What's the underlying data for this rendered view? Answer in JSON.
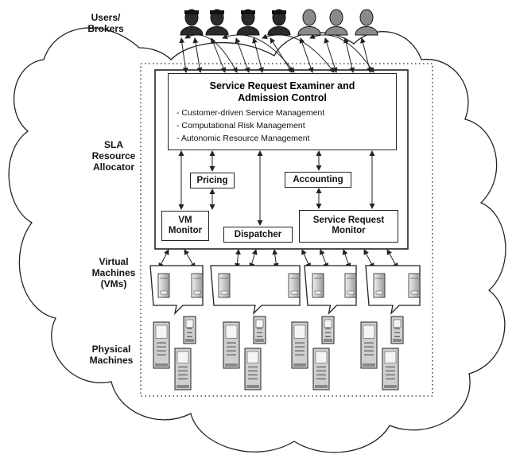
{
  "row_labels": {
    "users": "Users/\nBrokers",
    "sla": "SLA\nResource\nAllocator",
    "vms": "Virtual\nMachines\n(VMs)",
    "physical": "Physical\nMachines"
  },
  "examiner": {
    "title": "Service Request Examiner and\nAdmission Control",
    "items": [
      "Customer-driven Service Management",
      "Computational Risk Management",
      "Autonomic Resource Management"
    ]
  },
  "components": {
    "pricing": "Pricing",
    "accounting": "Accounting",
    "vm_monitor": "VM\nMonitor",
    "dispatcher": "Dispatcher",
    "service_request_monitor": "Service Request\nMonitor"
  },
  "icons": {
    "user": "user-icon",
    "server": "server-icon",
    "physical_machine": "physical-machine-icon"
  },
  "users": {
    "dark_count": 4,
    "light_count": 3,
    "dark_color": "#2a2a2a",
    "light_color": "#8a8a8a"
  },
  "vm_groups": 4,
  "vms_per_group": 2,
  "physical_groups": 4,
  "colors": {
    "line": "#222222",
    "server_body": "#d8d8d8",
    "machine_body": "#cfcfcf"
  }
}
